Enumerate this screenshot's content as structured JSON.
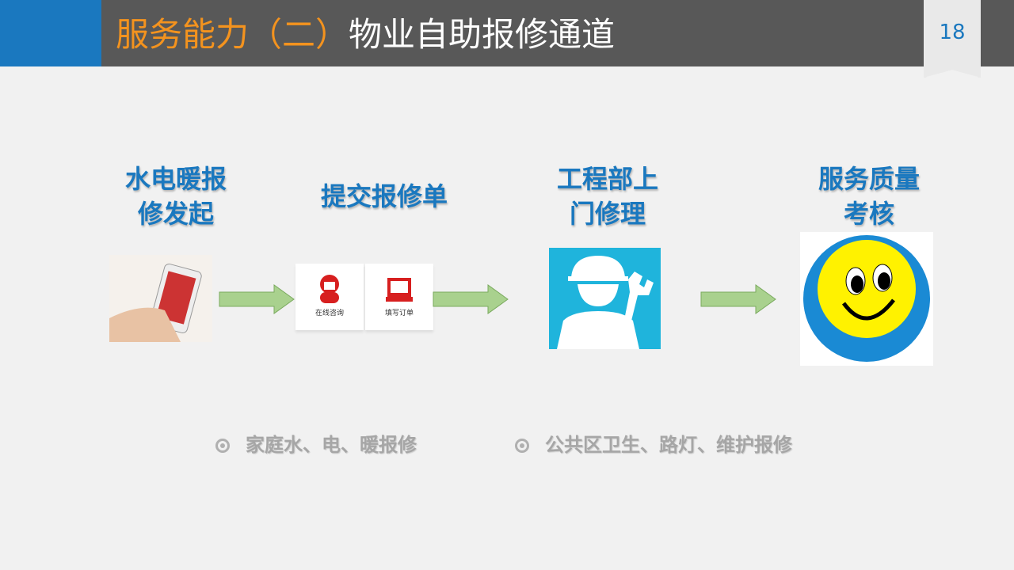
{
  "header": {
    "title_highlight": "服务能力（二）",
    "title_rest": "物业自助报修通道",
    "page_number": "18"
  },
  "steps": [
    {
      "line1": "水电暖报",
      "line2": "修发起"
    },
    {
      "line1": "提交报修单",
      "line2": ""
    },
    {
      "line1": "工程部上",
      "line2": "门修理"
    },
    {
      "line1": "服务质量",
      "line2": "考核"
    }
  ],
  "order_app": {
    "consult_label": "在线咨询",
    "order_label": "填写订单"
  },
  "bullets": [
    "家庭水、电、暖报修",
    "公共区卫生、路灯、维护报修"
  ],
  "colors": {
    "accent": "#1a78bf",
    "orange": "#f4931e",
    "arrow": "#a9d18e"
  }
}
